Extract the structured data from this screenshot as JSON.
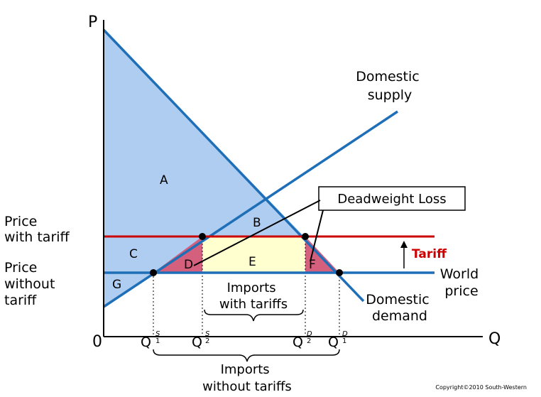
{
  "axes": {
    "y_label": "P",
    "x_label": "Q",
    "origin_label": "0"
  },
  "price_labels": {
    "with_tariff": [
      "Price",
      "with tariff"
    ],
    "without_tariff": [
      "Price",
      "without",
      "tariff"
    ]
  },
  "curves": {
    "supply_label": [
      "Domestic",
      "supply"
    ],
    "demand_label": [
      "Domestic",
      "demand"
    ],
    "world_price_label": [
      "World",
      "price"
    ]
  },
  "regions": {
    "A": "A",
    "B": "B",
    "C": "C",
    "D": "D",
    "E": "E",
    "F": "F",
    "G": "G"
  },
  "callout": {
    "deadweight_loss": "Deadweight Loss"
  },
  "tariff_label": "Tariff",
  "quantities": {
    "q1s": {
      "base": "Q",
      "sup": "S",
      "sub": "1"
    },
    "q2s": {
      "base": "Q",
      "sup": "S",
      "sub": "2"
    },
    "q2d": {
      "base": "Q",
      "sup": "D",
      "sub": "2"
    },
    "q1d": {
      "base": "Q",
      "sup": "D",
      "sub": "1"
    }
  },
  "braces": {
    "imports_with": [
      "Imports",
      "with tariffs"
    ],
    "imports_without": [
      "Imports",
      "without tariffs"
    ]
  },
  "copyright": "Copyright©2010 South-Western",
  "colors": {
    "curve_blue": "#1f6fb8",
    "surplus_blue": "#aecdf0",
    "tariff_red": "#cc0000",
    "deadweight_pink": "#d4607e",
    "revenue_yellow": "#ffffd0"
  }
}
